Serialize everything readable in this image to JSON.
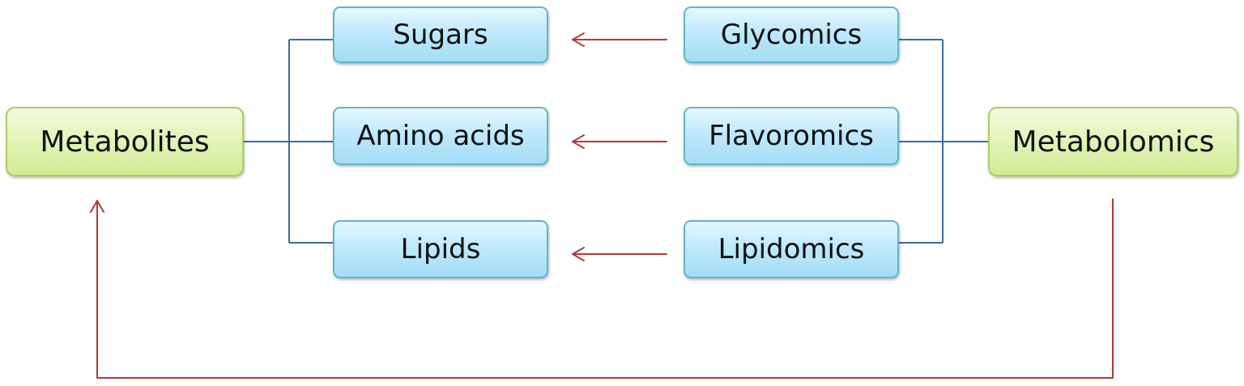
{
  "colors": {
    "connector_line": "#3a6aa6",
    "arrow": "#b03a3a",
    "blue_box_border": "#5fb5cc",
    "blue_box_fill": "#bfe9fb",
    "green_box_border": "#a9cf5e",
    "green_box_fill": "#e3f4b9"
  },
  "left_group": {
    "root": "Metabolites",
    "items": [
      "Sugars",
      "Amino acids",
      "Lipids"
    ]
  },
  "right_group": {
    "root": "Metabolomics",
    "items": [
      "Glycomics",
      "Flavoromics",
      "Lipidomics"
    ]
  },
  "edges": [
    {
      "from": "Glycomics",
      "to": "Sugars",
      "style": "arrow"
    },
    {
      "from": "Flavoromics",
      "to": "Amino acids",
      "style": "arrow"
    },
    {
      "from": "Lipidomics",
      "to": "Lipids",
      "style": "arrow"
    },
    {
      "from": "Metabolomics",
      "to": "Metabolites",
      "style": "arrow"
    },
    {
      "from": "Metabolites",
      "to": "Sugars",
      "style": "bracket"
    },
    {
      "from": "Metabolites",
      "to": "Amino acids",
      "style": "bracket"
    },
    {
      "from": "Metabolites",
      "to": "Lipids",
      "style": "bracket"
    },
    {
      "from": "Metabolomics",
      "to": "Glycomics",
      "style": "bracket"
    },
    {
      "from": "Metabolomics",
      "to": "Flavoromics",
      "style": "bracket"
    },
    {
      "from": "Metabolomics",
      "to": "Lipidomics",
      "style": "bracket"
    }
  ]
}
